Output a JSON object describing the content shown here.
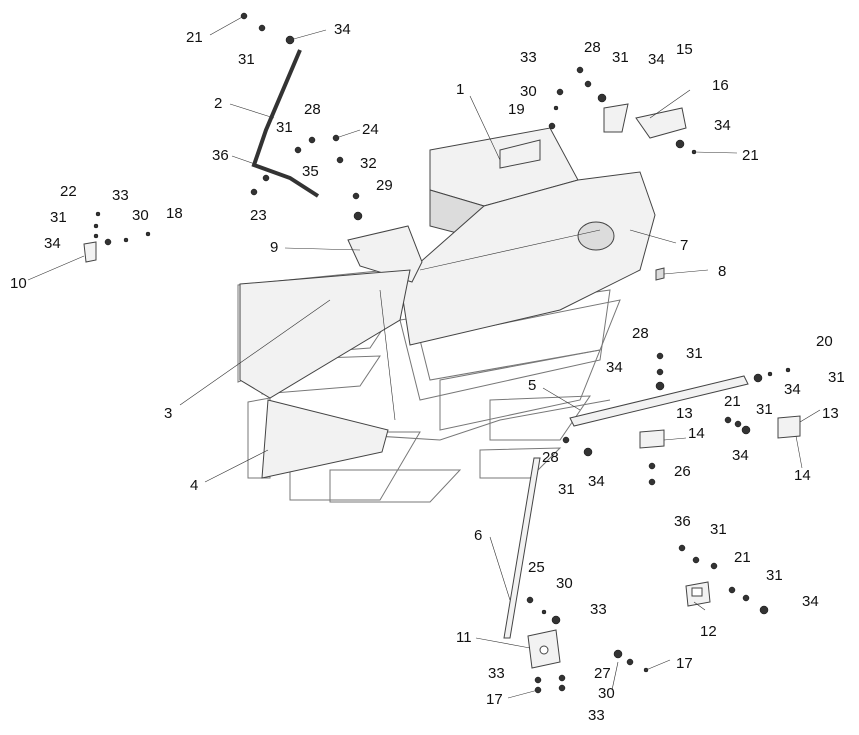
{
  "diagram": {
    "callouts": [
      {
        "id": "c21a",
        "text": "21"
      },
      {
        "id": "c31a",
        "text": "31"
      },
      {
        "id": "c34a",
        "text": "34"
      },
      {
        "id": "c2",
        "text": "2"
      },
      {
        "id": "c28a",
        "text": "28"
      },
      {
        "id": "c31b",
        "text": "31"
      },
      {
        "id": "c24",
        "text": "24"
      },
      {
        "id": "c36a",
        "text": "36"
      },
      {
        "id": "c35",
        "text": "35"
      },
      {
        "id": "c32",
        "text": "32"
      },
      {
        "id": "c29",
        "text": "29"
      },
      {
        "id": "c23",
        "text": "23"
      },
      {
        "id": "c22",
        "text": "22"
      },
      {
        "id": "c33a",
        "text": "33"
      },
      {
        "id": "c31c",
        "text": "31"
      },
      {
        "id": "c30a",
        "text": "30"
      },
      {
        "id": "c18",
        "text": "18"
      },
      {
        "id": "c34b",
        "text": "34"
      },
      {
        "id": "c10",
        "text": "10"
      },
      {
        "id": "c1",
        "text": "1"
      },
      {
        "id": "c33b",
        "text": "33"
      },
      {
        "id": "c28b",
        "text": "28"
      },
      {
        "id": "c31d",
        "text": "31"
      },
      {
        "id": "c34c",
        "text": "34"
      },
      {
        "id": "c15",
        "text": "15"
      },
      {
        "id": "c30b",
        "text": "30"
      },
      {
        "id": "c19",
        "text": "19"
      },
      {
        "id": "c16",
        "text": "16"
      },
      {
        "id": "c34d",
        "text": "34"
      },
      {
        "id": "c21b",
        "text": "21"
      },
      {
        "id": "c9",
        "text": "9"
      },
      {
        "id": "c7",
        "text": "7"
      },
      {
        "id": "c8",
        "text": "8"
      },
      {
        "id": "c3",
        "text": "3"
      },
      {
        "id": "c4",
        "text": "4"
      },
      {
        "id": "c28c",
        "text": "28"
      },
      {
        "id": "c31e",
        "text": "31"
      },
      {
        "id": "c20",
        "text": "20"
      },
      {
        "id": "c34e",
        "text": "34"
      },
      {
        "id": "c34f",
        "text": "34"
      },
      {
        "id": "c31f",
        "text": "31"
      },
      {
        "id": "c5",
        "text": "5"
      },
      {
        "id": "c21c",
        "text": "21"
      },
      {
        "id": "c31g",
        "text": "31"
      },
      {
        "id": "c13a",
        "text": "13"
      },
      {
        "id": "c13b",
        "text": "13"
      },
      {
        "id": "c14a",
        "text": "14"
      },
      {
        "id": "c34g",
        "text": "34"
      },
      {
        "id": "c14b",
        "text": "14"
      },
      {
        "id": "c28d",
        "text": "28"
      },
      {
        "id": "c26",
        "text": "26"
      },
      {
        "id": "c31h",
        "text": "31"
      },
      {
        "id": "c34h",
        "text": "34"
      },
      {
        "id": "c6",
        "text": "6"
      },
      {
        "id": "c36b",
        "text": "36"
      },
      {
        "id": "c31i",
        "text": "31"
      },
      {
        "id": "c21d",
        "text": "21"
      },
      {
        "id": "c31j",
        "text": "31"
      },
      {
        "id": "c25",
        "text": "25"
      },
      {
        "id": "c30c",
        "text": "30"
      },
      {
        "id": "c34i",
        "text": "34"
      },
      {
        "id": "c12",
        "text": "12"
      },
      {
        "id": "c33c",
        "text": "33"
      },
      {
        "id": "c11",
        "text": "11"
      },
      {
        "id": "c27",
        "text": "27"
      },
      {
        "id": "c17a",
        "text": "17"
      },
      {
        "id": "c33d",
        "text": "33"
      },
      {
        "id": "c30d",
        "text": "30"
      },
      {
        "id": "c17b",
        "text": "17"
      },
      {
        "id": "c33e",
        "text": "33"
      }
    ]
  }
}
